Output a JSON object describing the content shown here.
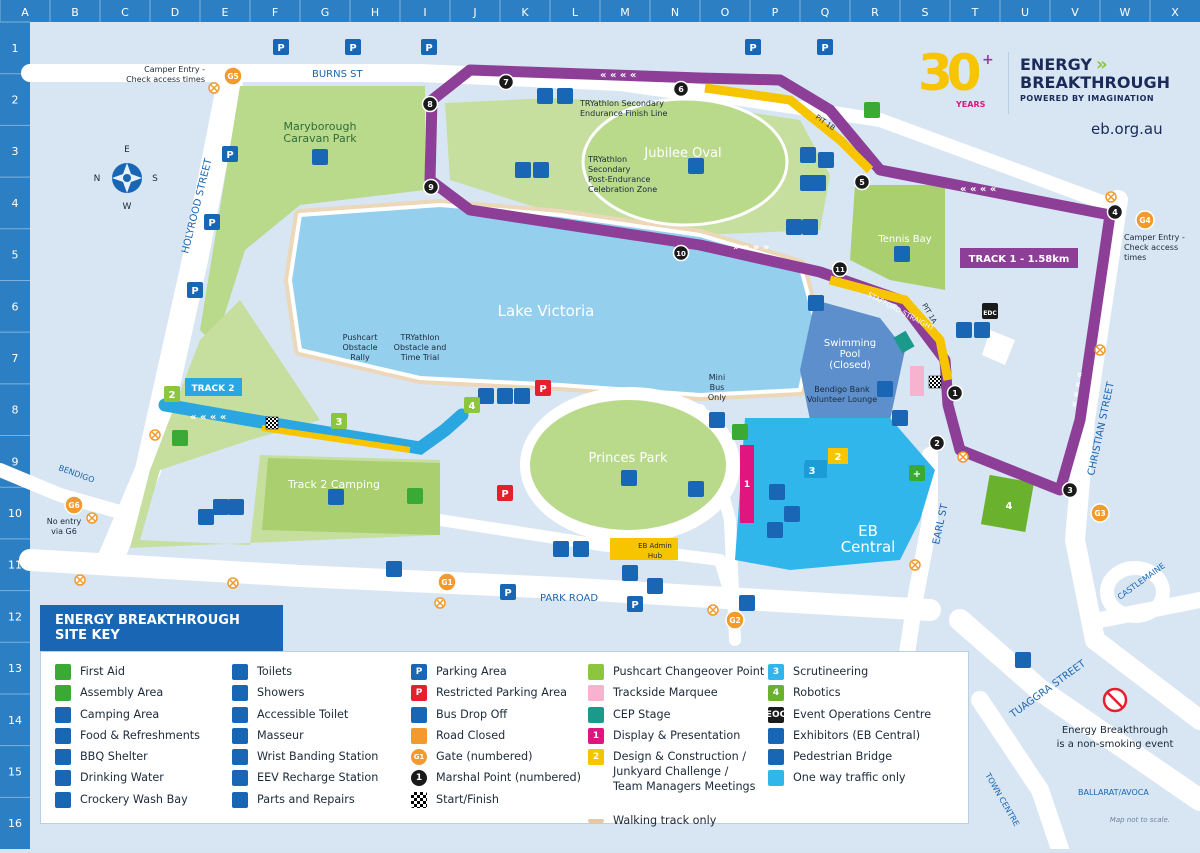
{
  "grid": {
    "columns": [
      "A",
      "B",
      "C",
      "D",
      "E",
      "F",
      "G",
      "H",
      "I",
      "J",
      "K",
      "L",
      "M",
      "N",
      "O",
      "P",
      "Q",
      "R",
      "S",
      "T",
      "U",
      "V",
      "W",
      "X"
    ],
    "rows": [
      "1",
      "2",
      "3",
      "4",
      "5",
      "6",
      "7",
      "8",
      "9",
      "10",
      "11",
      "12",
      "13",
      "14",
      "15",
      "16"
    ]
  },
  "colors": {
    "water": "#95cfee",
    "grass": "#b9d98b",
    "park": "#c8e0a0",
    "road": "#ffffff",
    "track1": "#8d3f98",
    "track2": "#2aa7e0",
    "pit": "#f7c400",
    "brand_blue": "#1866b4",
    "eb_central": "#31b6ec",
    "pool": "#5c8fcb",
    "first_aid": "#3aaa35",
    "restricted": "#e4202e",
    "gate": "#f39a2e"
  },
  "brand": {
    "years_number": "30",
    "years_label": "YEARS",
    "name_line1": "ENERGY",
    "name_line2": "BREAKTHROUGH",
    "tagline": "POWERED BY IMAGINATION",
    "url": "eb.org.au"
  },
  "streets": {
    "burns": "BURNS ST",
    "holyrood": "HOLYROOD STREET",
    "park_road": "PARK ROAD",
    "christian": "CHRISTIAN STREET",
    "earl": "EARL ST",
    "tuaggra": "TUAGGRA STREET",
    "bendigo": "BENDIGO",
    "castlemaine": "CASTLEMAINE",
    "town_centre": "TOWN CENTRE",
    "ballarat": "BALLARAT/AVOCA"
  },
  "areas": {
    "lake": "Lake Victoria",
    "jubilee": "Jubilee Oval",
    "princes": "Princes Park",
    "caravan": "Maryborough\nCaravan Park",
    "tennis": "Tennis Bay",
    "pool": "Swimming\nPool\n(Closed)",
    "eb_central": "EB\nCentral",
    "track2_camping": "Track 2 Camping"
  },
  "labels": {
    "track1": "TRACK 1 - 1.58km",
    "track2": "TRACK 2",
    "pit1a": "PIT 1A",
    "pit1b": "PIT 1B",
    "stafford": "STAFFORD STRAIGHT",
    "camper_g5": "Camper Entry -\nCheck access times",
    "camper_g4": "Camper Entry -\nCheck access\ntimes",
    "finish_line": "TRYathlon Secondary\nEndurance Finish Line",
    "celebration": "TRYathlon\nSecondary\nPost-Endurance\nCelebration Zone",
    "pushcart_rally": "Pushcart\nObstacle\nRally",
    "tryathlon_trial": "TRYathlon\nObstacle and\nTime Trial",
    "mini_bus": "Mini\nBus\nOnly",
    "volunteer": "Bendigo Bank\nVolunteer Lounge",
    "admin_hub": "EB Admin\nHub",
    "no_entry": "No entry\nvia G6",
    "edc": "EDC",
    "non_smoking": "Energy Breakthrough\nis a non-smoking event",
    "not_to_scale": "Map not to scale."
  },
  "compass": {
    "n": "N",
    "e": "E",
    "s": "S",
    "w": "W"
  },
  "gates": [
    "G1",
    "G2",
    "G3",
    "G4",
    "G5",
    "G6"
  ],
  "marshal_points": [
    "1",
    "2",
    "3",
    "4",
    "5",
    "6",
    "7",
    "8",
    "9",
    "10",
    "11"
  ],
  "numbered_sites": [
    "1",
    "2",
    "3",
    "4"
  ],
  "legend": {
    "title": "ENERGY BREAKTHROUGH\nSITE KEY",
    "col1": [
      {
        "label": "First Aid",
        "icon": "first-aid-icon",
        "color": "#3aaa35"
      },
      {
        "label": "Assembly Area",
        "icon": "assembly-icon",
        "color": "#3aaa35"
      },
      {
        "label": "Camping Area",
        "icon": "tent-icon",
        "color": "#1866b4"
      },
      {
        "label": "Food & Refreshments",
        "icon": "food-icon",
        "color": "#1866b4"
      },
      {
        "label": "BBQ Shelter",
        "icon": "bbq-icon",
        "color": "#1866b4"
      },
      {
        "label": "Drinking Water",
        "icon": "water-icon",
        "color": "#1866b4"
      },
      {
        "label": "Crockery Wash Bay",
        "icon": "wash-icon",
        "color": "#1866b4"
      }
    ],
    "col2": [
      {
        "label": "Toilets",
        "icon": "toilets-icon",
        "color": "#1866b4"
      },
      {
        "label": "Showers",
        "icon": "shower-icon",
        "color": "#1866b4"
      },
      {
        "label": "Accessible Toilet",
        "icon": "accessible-icon",
        "color": "#1866b4"
      },
      {
        "label": "Masseur",
        "icon": "masseur-icon",
        "color": "#1866b4"
      },
      {
        "label": "Wrist Banding Station",
        "icon": "wristband-icon",
        "color": "#1866b4"
      },
      {
        "label": "EEV Recharge Station",
        "icon": "recharge-icon",
        "color": "#1866b4"
      },
      {
        "label": "Parts and Repairs",
        "icon": "wrench-icon",
        "color": "#1866b4"
      }
    ],
    "col3": [
      {
        "label": "Parking Area",
        "icon": "parking-icon",
        "color": "#1866b4",
        "glyph": "P"
      },
      {
        "label": "Restricted Parking Area",
        "icon": "restricted-parking-icon",
        "color": "#e4202e",
        "glyph": "P"
      },
      {
        "label": "Bus Drop Off",
        "icon": "bus-icon",
        "color": "#1866b4"
      },
      {
        "label": "Road Closed",
        "icon": "road-closed-icon",
        "color": "#f39a2e"
      },
      {
        "label": "Gate (numbered)",
        "icon": "gate-icon",
        "color": "#f39a2e",
        "glyph": "G1"
      },
      {
        "label": "Marshal Point (numbered)",
        "icon": "marshal-icon",
        "color": "#1a1a1a",
        "glyph": "1"
      },
      {
        "label": "Start/Finish",
        "icon": "checkered-flag-icon",
        "color": "#1a1a1a"
      }
    ],
    "col4": [
      {
        "label": "Pushcart Changeover Point",
        "icon": "flag-icon",
        "color": "#8cc63f"
      },
      {
        "label": "Trackside Marquee",
        "icon": "marquee-icon",
        "color": "#f6b2cf"
      },
      {
        "label": "CEP Stage",
        "icon": "stage-icon",
        "color": "#1a9a8a"
      },
      {
        "label": "Display & Presentation",
        "icon": "display-icon",
        "color": "#e0157f",
        "glyph": "1"
      },
      {
        "label": "Design & Construction /\nJunkyard Challenge /\nTeam Managers Meetings",
        "icon": "design-icon",
        "color": "#f7c400",
        "glyph": "2"
      },
      {
        "label": "Walking track only",
        "icon": "walking-track-icon",
        "color": "#e6c9a0"
      }
    ],
    "col5": [
      {
        "label": "Scrutineering",
        "icon": "scrutineering-icon",
        "color": "#31b6ec",
        "glyph": "3"
      },
      {
        "label": "Robotics",
        "icon": "robotics-icon",
        "color": "#6ab22e",
        "glyph": "4"
      },
      {
        "label": "Event Operations Centre",
        "icon": "eoc-icon",
        "color": "#1a1a1a",
        "glyph": "EOC"
      },
      {
        "label": "Exhibitors (EB Central)",
        "icon": "exhibitors-icon",
        "color": "#1866b4"
      },
      {
        "label": "Pedestrian Bridge",
        "icon": "bridge-icon",
        "color": "#1866b4"
      },
      {
        "label": "One way traffic only",
        "icon": "one-way-icon",
        "color": "#31b6ec"
      }
    ]
  }
}
